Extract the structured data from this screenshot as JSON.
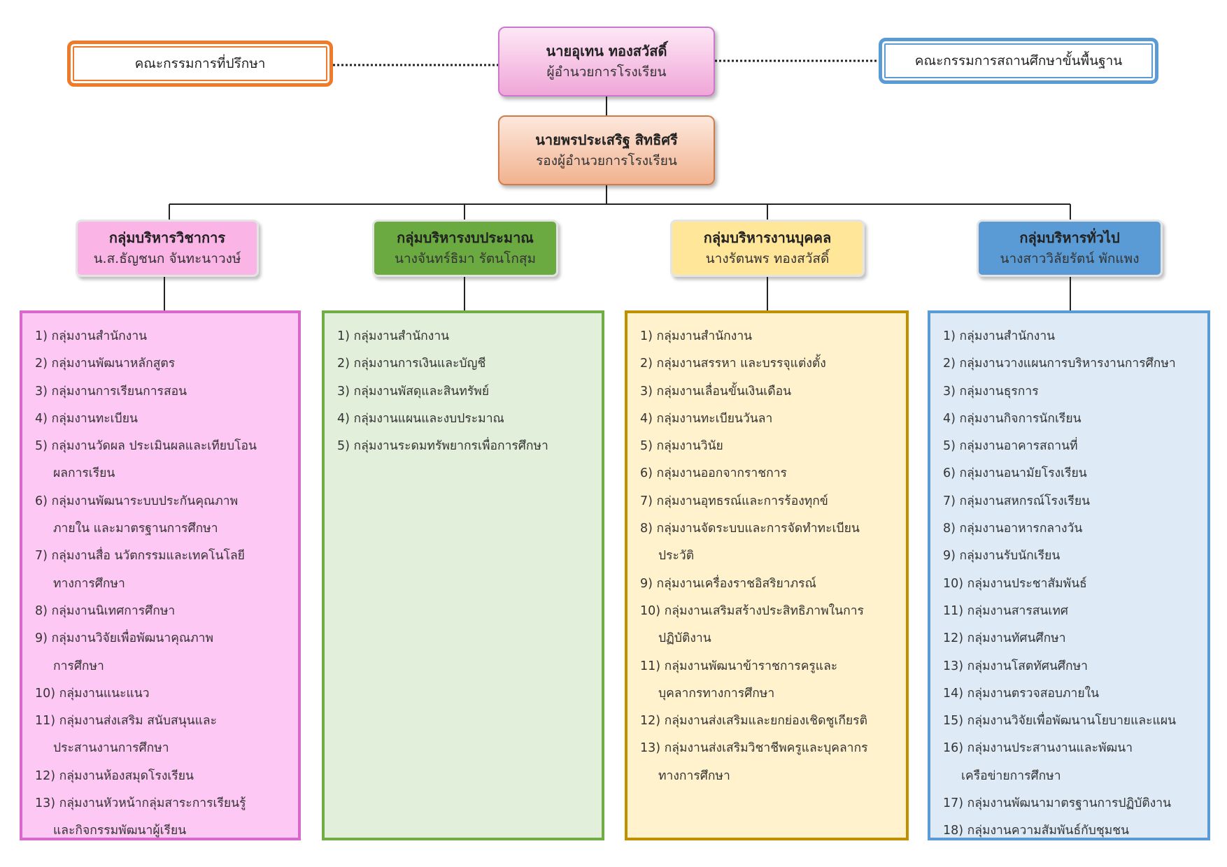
{
  "colors": {
    "director_bg": "#f0a6d8",
    "deputy_bg": "#f1b28f",
    "advisory_border": "#ef7b2a",
    "board_border": "#5b9bd5",
    "line": "#222222"
  },
  "director": {
    "name": "นายอุเทน  ทองสวัสดิ์",
    "title": "ผู้อำนวยการโรงเรียน"
  },
  "deputy": {
    "name": "นายพรประเสริฐ  สิทธิศรี",
    "title": "รองผู้อำนวยการโรงเรียน"
  },
  "advisory": {
    "label": "คณะกรรมการที่ปรึกษา"
  },
  "board": {
    "label": "คณะกรรมการสถานศึกษาขั้นพื้นฐาน"
  },
  "groups": [
    {
      "title": "กลุ่มบริหารวิชาการ",
      "head": "น.ส.ธัญชนก จันทะนาวงษ์",
      "header_color": "#fbb4e6",
      "list_bg": "#fdc8f3",
      "list_border": "#d868cc",
      "items": [
        [
          "1) กลุ่มงานสำนักงาน"
        ],
        [
          "2) กลุ่มงานพัฒนาหลักสูตร"
        ],
        [
          "3) กลุ่มงานการเรียนการสอน"
        ],
        [
          "4) กลุ่มงานทะเบียน"
        ],
        [
          "5) กลุ่มงานวัดผล ประเมินผลและเทียบโอน",
          "ผลการเรียน"
        ],
        [
          "6) กลุ่มงานพัฒนาระบบประกันคุณภาพ",
          "ภายใน และมาตรฐานการศึกษา"
        ],
        [
          "7) กลุ่มงานสื่อ นวัตกรรมและเทคโนโลยี",
          "ทางการศึกษา"
        ],
        [
          "8) กลุ่มงานนิเทศการศึกษา"
        ],
        [
          "9) กลุ่มงานวิจัยเพื่อพัฒนาคุณภาพ",
          "การศึกษา"
        ],
        [
          "10) กลุ่มงานแนะแนว"
        ],
        [
          "11) กลุ่มงานส่งเสริม สนับสนุนและ",
          "ประสานงานการศึกษา"
        ],
        [
          "12) กลุ่มงานห้องสมุดโรงเรียน"
        ],
        [
          "13) กลุ่มงานหัวหน้ากลุ่มสาระการเรียนรู้",
          "และกิจกรรมพัฒนาผู้เรียน"
        ]
      ]
    },
    {
      "title": "กลุ่มบริหารงบประมาณ",
      "head": "นางจันทร์ธิมา  รัตนโกสุม",
      "header_color": "#6aaa40",
      "list_bg": "#e2efda",
      "list_border": "#70ad47",
      "items": [
        [
          "1) กลุ่มงานสำนักงาน"
        ],
        [
          "2) กลุ่มงานการเงินและบัญชี"
        ],
        [
          "3) กลุ่มงานพัสดุและสินทรัพย์"
        ],
        [
          "4) กลุ่มงานแผนและงบประมาณ"
        ],
        [
          "5) กลุ่มงานระดมทรัพยากรเพื่อการศึกษา"
        ]
      ]
    },
    {
      "title": "กลุ่มบริหารงานบุคคล",
      "head": "นางรัตนพร  ทองสวัสดิ์",
      "header_color": "#ffe699",
      "list_bg": "#fff2cc",
      "list_border": "#bf9000",
      "items": [
        [
          "1) กลุ่มงานสำนักงาน"
        ],
        [
          "2) กลุ่มงานสรรหา และบรรจุแต่งตั้ง"
        ],
        [
          "3) กลุ่มงานเลื่อนขั้นเงินเดือน"
        ],
        [
          "4) กลุ่มงานทะเบียนวันลา"
        ],
        [
          "5) กลุ่มงานวินัย"
        ],
        [
          "6) กลุ่มงานออกจากราชการ"
        ],
        [
          "7) กลุ่มงานอุทธรณ์และการร้องทุกข์"
        ],
        [
          "8) กลุ่มงานจัดระบบและการจัดทำทะเบียน",
          "ประวัติ"
        ],
        [
          "9) กลุ่มงานเครื่องราชอิสริยาภรณ์"
        ],
        [
          "10) กลุ่มงานเสริมสร้างประสิทธิภาพในการ",
          "ปฏิบัติงาน"
        ],
        [
          "11) กลุ่มงานพัฒนาข้าราชการครูและ",
          "บุคลากรทางการศึกษา"
        ],
        [
          "12) กลุ่มงานส่งเสริมและยกย่องเชิดชูเกียรติ"
        ],
        [
          "13) กลุ่มงานส่งเสริมวิชาชีพครูและบุคลากร",
          "ทางการศึกษา"
        ]
      ]
    },
    {
      "title": "กลุ่มบริหารทั่วไป",
      "head": "นางสาววิลัยรัตน์  พักแพง",
      "header_color": "#5b9bd5",
      "list_bg": "#deebf7",
      "list_border": "#5b9bd5",
      "items": [
        [
          "1) กลุ่มงานสำนักงาน"
        ],
        [
          "2) กลุ่มงานวางแผนการบริหารงานการศึกษา"
        ],
        [
          "3) กลุ่มงานธุรการ"
        ],
        [
          "4) กลุ่มงานกิจการนักเรียน"
        ],
        [
          "5) กลุ่มงานอาคารสถานที่"
        ],
        [
          "6) กลุ่มงานอนามัยโรงเรียน"
        ],
        [
          "7) กลุ่มงานสหกรณ์โรงเรียน"
        ],
        [
          "8) กลุ่มงานอาหารกลางวัน"
        ],
        [
          "9) กลุ่มงานรับนักเรียน"
        ],
        [
          "10) กลุ่มงานประชาสัมพันธ์"
        ],
        [
          "11) กลุ่มงานสารสนเทศ"
        ],
        [
          "12) กลุ่มงานทัศนศึกษา"
        ],
        [
          "13) กลุ่มงานโสตทัศนศึกษา"
        ],
        [
          "14) กลุ่มงานตรวจสอบภายใน"
        ],
        [
          "15) กลุ่มงานวิจัยเพื่อพัฒนานโยบายและแผน"
        ],
        [
          "16) กลุ่มงานประสานงานและพัฒนา",
          "เครือข่ายการศึกษา"
        ],
        [
          "17) กลุ่มงานพัฒนามาตรฐานการปฏิบัติงาน"
        ],
        [
          "18) กลุ่มงานความสัมพันธ์กับชุมชน"
        ]
      ]
    }
  ]
}
